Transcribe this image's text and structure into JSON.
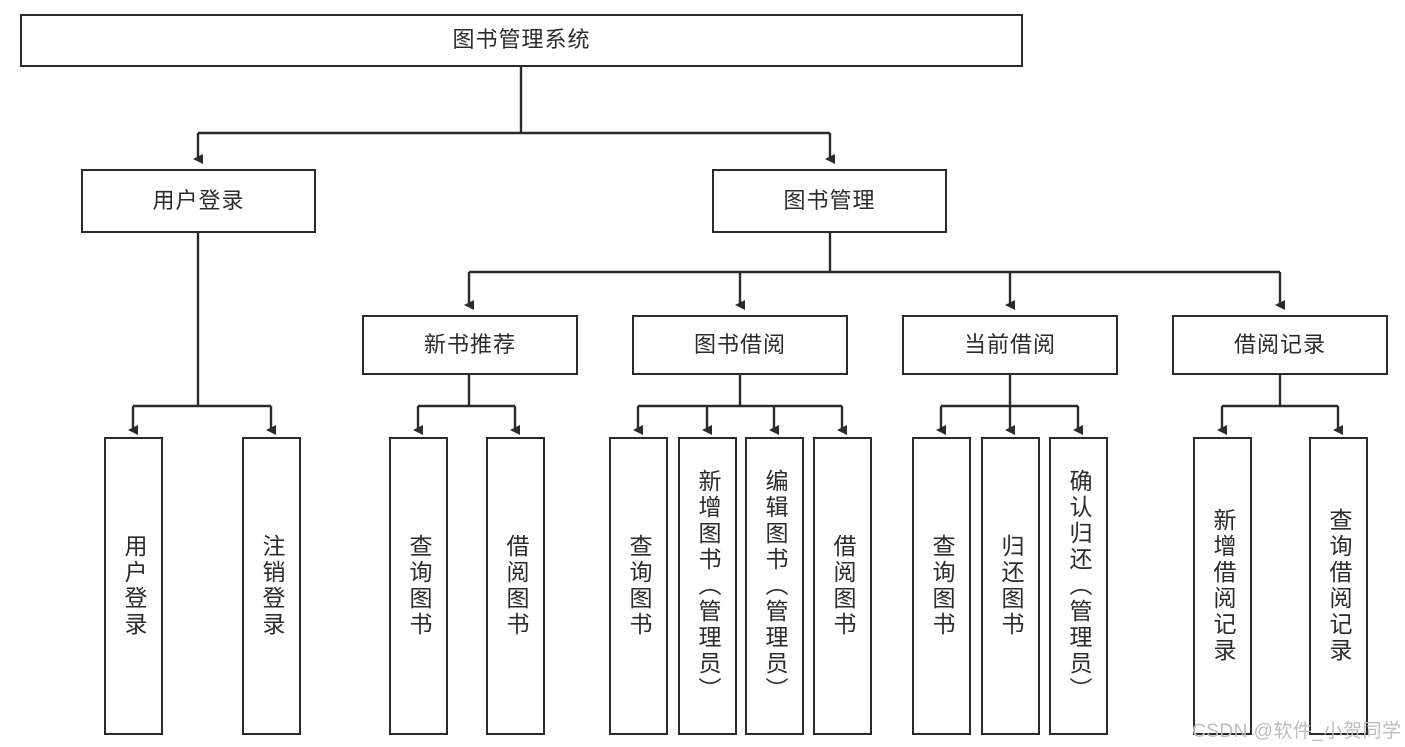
{
  "diagram": {
    "title": "图书管理系统",
    "type": "tree-hierarchy-chart",
    "line_color": "#2b2b2b",
    "box_fill": "#ffffff",
    "nodes": {
      "root": {
        "label": "图书管理系统"
      },
      "level2": [
        {
          "id": "user-login",
          "label": "用户登录"
        },
        {
          "id": "book-manage",
          "label": "图书管理"
        }
      ],
      "level3": [
        {
          "id": "new-book-recommend",
          "label": "新书推荐"
        },
        {
          "id": "book-borrow",
          "label": "图书借阅"
        },
        {
          "id": "current-borrow",
          "label": "当前借阅"
        },
        {
          "id": "borrow-record",
          "label": "借阅记录"
        }
      ],
      "leaves": {
        "user_login": [
          {
            "id": "leaf-user-login",
            "label": "用户登录"
          },
          {
            "id": "leaf-logout-login",
            "label": "注销登录"
          }
        ],
        "new_book_recommend": [
          {
            "id": "leaf-query-book-1",
            "label": "查询图书"
          },
          {
            "id": "leaf-borrow-book-1",
            "label": "借阅图书"
          }
        ],
        "book_borrow": [
          {
            "id": "leaf-query-book-2",
            "label": "查询图书"
          },
          {
            "id": "leaf-add-book",
            "label": "新增图书（管理员）"
          },
          {
            "id": "leaf-edit-book",
            "label": "编辑图书（管理员）"
          },
          {
            "id": "leaf-borrow-book-2",
            "label": "借阅图书"
          }
        ],
        "current_borrow": [
          {
            "id": "leaf-query-book-3",
            "label": "查询图书"
          },
          {
            "id": "leaf-return-book",
            "label": "归还图书"
          },
          {
            "id": "leaf-confirm-return",
            "label": "确认归还（管理员）"
          }
        ],
        "borrow_record": [
          {
            "id": "leaf-add-record",
            "label": "新增借阅记录"
          },
          {
            "id": "leaf-query-record",
            "label": "查询借阅记录"
          }
        ]
      }
    },
    "watermark": "CSDN @软件_小贺同学"
  }
}
